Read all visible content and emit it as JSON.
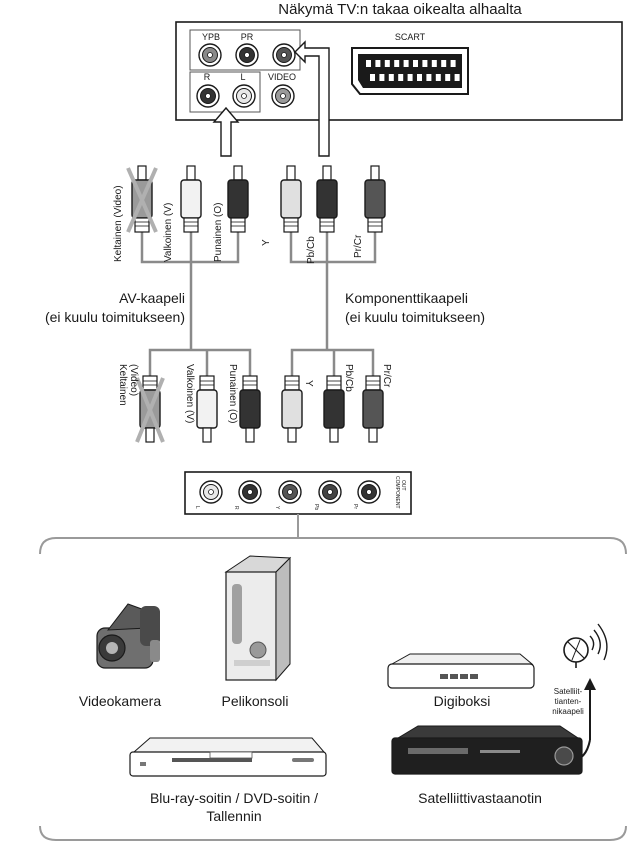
{
  "title": "Näkymä TV:n takaa oikealta alhaalta",
  "tv_panel": {
    "ypb": "YPB",
    "pr": "PR",
    "r": "R",
    "l": "L",
    "video": "VIDEO",
    "scart": "SCART"
  },
  "top_plugs": {
    "yellow": "Keltainen (Video)",
    "white": "Valkoinen (V)",
    "red": "Punainen (O)",
    "y": "Y",
    "pb": "Pb/Cb",
    "pr": "Pr/Cr"
  },
  "av_cable": {
    "line1": "AV-kaapeli",
    "line2": "(ei kuulu toimitukseen)"
  },
  "component_cable": {
    "line1": "Komponenttikaapeli",
    "line2": "(ei kuulu toimitukseen)"
  },
  "bottom_plugs": {
    "yellow_line1": "Keltainen",
    "yellow_line2": "(Video)",
    "white": "Valkoinen (V)",
    "red": "Punainen (O)",
    "y": "Y",
    "pb": "Pb/Cb",
    "pr": "Pr/Cr"
  },
  "device_panel": {
    "side_line1": "COMPONENT",
    "side_line2": "OUT",
    "l": "L",
    "r": "R",
    "y": "Y",
    "pb": "Pb",
    "pr": "Pr"
  },
  "devices": {
    "camcorder": "Videokamera",
    "console": "Pelikonsoli",
    "digibox": "Digiboksi",
    "satellite_cable_1": "Satelliit-",
    "satellite_cable_2": "tianten-",
    "satellite_cable_3": "nikaapeli",
    "player_line1": "Blu-ray-soitin / DVD-soitin /",
    "player_line2": "Tallennin",
    "satellite_receiver": "Satelliittivastaanotin"
  },
  "colors": {
    "line": "#1a1a1a",
    "cable": "#8a8a8a",
    "plug_dark": "#333333",
    "plug_light": "#e8e8e8",
    "plug_mid": "#9a9a9a"
  }
}
